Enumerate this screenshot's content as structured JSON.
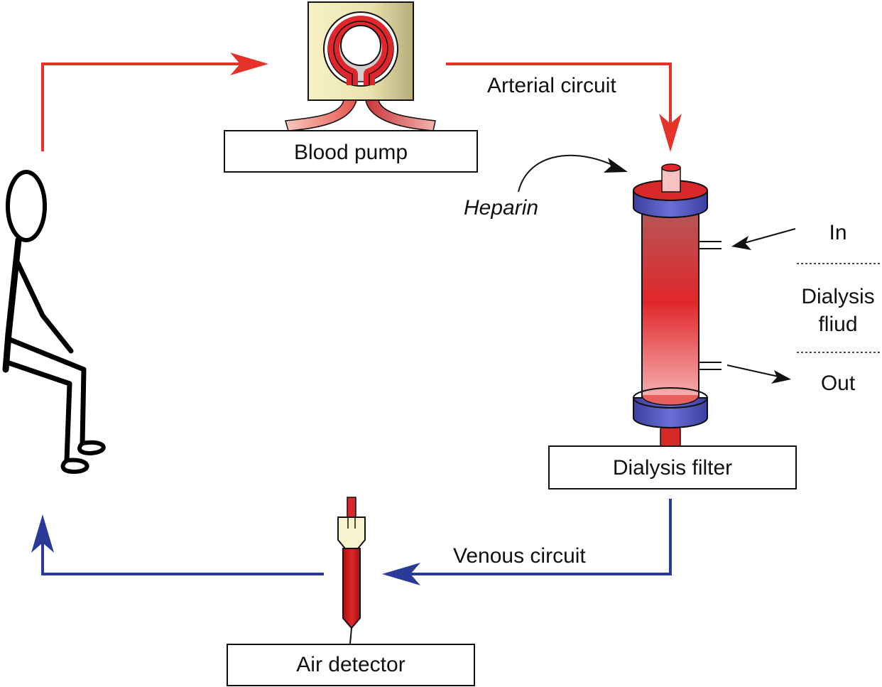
{
  "diagram": {
    "labels": {
      "blood_pump": "Blood pump",
      "arterial_circuit": "Arterial circuit",
      "heparin": "Heparin",
      "in": "In",
      "dialysis_fluid_line1": "Dialysis",
      "dialysis_fluid_line2": "fliud",
      "out": "Out",
      "dialysis_filter": "Dialysis filter",
      "venous_circuit": "Venous circuit",
      "air_detector": "Air detector"
    },
    "colors": {
      "arterial": "#e5332a",
      "venous": "#2b3a98",
      "blood": "#d9282a",
      "filter_cap": "#5b5fc7",
      "pump_panel": "#efe9b4"
    }
  }
}
